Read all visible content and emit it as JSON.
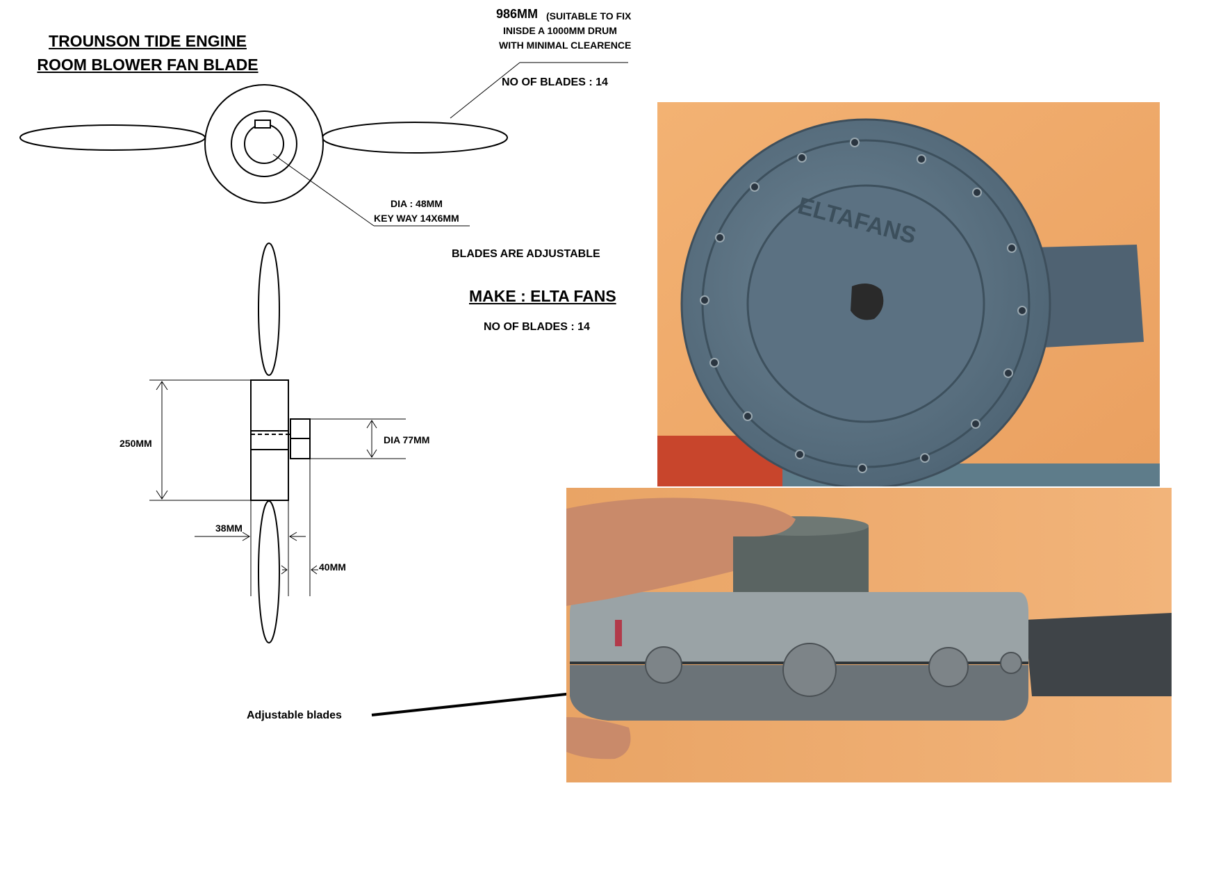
{
  "title": {
    "line1": "TROUNSON TIDE ENGINE",
    "line2": "ROOM BLOWER FAN BLADE"
  },
  "labels": {
    "diameter_main": "986MM",
    "diameter_note_1": "(SUITABLE TO FIX",
    "diameter_note_2": "INISDE A 1000MM DRUM",
    "diameter_note_3": "WITH MINIMAL CLEARENCE",
    "blades_top": "NO OF BLADES : 14",
    "dia_bore": "DIA : 48MM",
    "keyway": "KEY WAY 14X6MM",
    "adjustable_note": "BLADES ARE ADJUSTABLE",
    "make": "MAKE : ELTA FANS",
    "blades_mid": "NO OF BLADES : 14",
    "hub_height": "250MM",
    "boss_dia": "DIA 77MM",
    "hub_width": "38MM",
    "boss_width": "40MM",
    "adjustable_blades": "Adjustable blades"
  },
  "photos": {
    "top_logo_text": "ELTAFANS"
  },
  "colors": {
    "line": "#000000",
    "wood": "#efa968",
    "hub_metal": "#5f7585",
    "side_metal": "#9aa3a6",
    "skin": "#c98a6a"
  }
}
